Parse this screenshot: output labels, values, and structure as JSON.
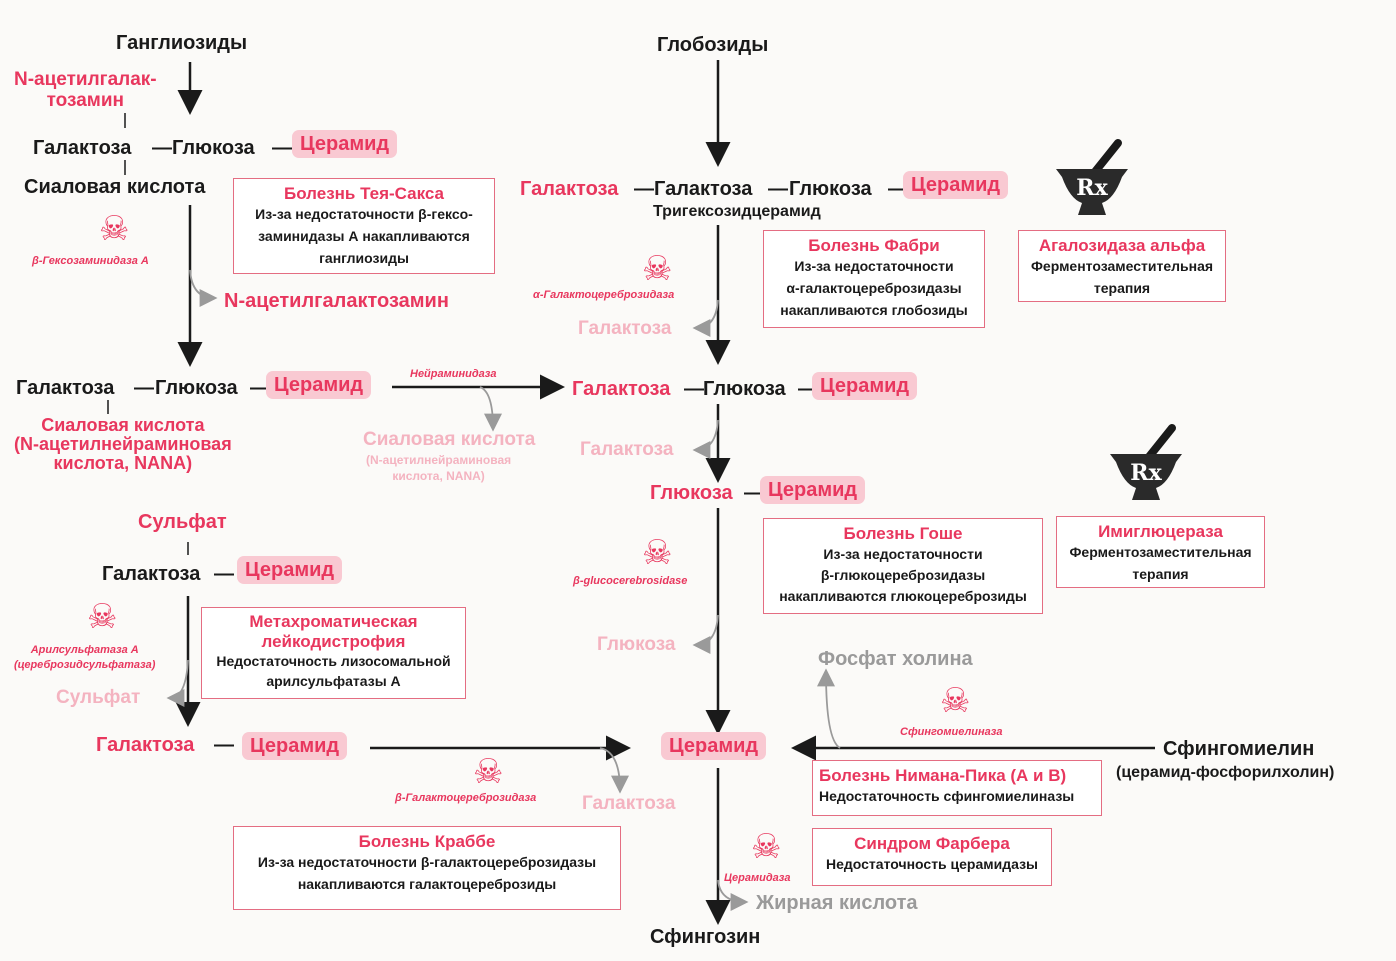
{
  "labels": {
    "gangliosides": "Ганглиозиды",
    "globosides": "Глобозиды",
    "n_acetylgalactosamine_split": "N-ацетилгалак-\nтозамин",
    "galactose": "Галактоза",
    "glucose": "Глюкоза",
    "ceramide": "Церамид",
    "dash": "—",
    "sialic_acid": "Сиаловая кислота",
    "n_acetylgalactosamine": "N-ацетилгалактозамин",
    "trihexosylceramide": "Тригексозидцерамид",
    "sialic_acid_nana": "Сиаловая кислота\n(N-ацетилнейраминовая\nкислота, NANA)",
    "sialic_acid_nana_pale_title": "Сиаловая кислота",
    "sialic_acid_nana_pale_sub": "(N-ацетилнейраминовая\nкислота, NANA)",
    "sulfate": "Сульфат",
    "choline_phosphate": "Фосфат холина",
    "sphingomyelin": "Сфингомиелин",
    "sphingomyelin_sub": "(церамид-фосфорилхолин)",
    "fatty_acid": "Жирная кислота",
    "sphingosine": "Сфингозин"
  },
  "enzymes": {
    "hexosaminidase": "β-Гексозаминидаза А",
    "alpha_galactocerebrosidase": "α-Галактоцереброзидаза",
    "neuraminidase": "Нейраминидаза",
    "beta_glucocerebrosidase": "β-glucocerebrosidase",
    "arylsulfatase": "Арилсульфатаза А\n(цереброзидсульфатаза)",
    "beta_galactocerebrosidase": "β-Галактоцереброзидаза",
    "sphingomyelinase": "Сфингомиелиназа",
    "ceramidase": "Церамидаза"
  },
  "diseases": {
    "tay_sachs": {
      "title": "Болезнь Тея-Сакса",
      "body": "Из-за недостаточности β-гексо-\nзаминидазы А накапливаются\nганглиозиды"
    },
    "fabry": {
      "title": "Болезнь Фабри",
      "body": "Из-за недостаточности\nα-галактоцереброзидазы\nнакапливаются глобозиды"
    },
    "gaucher": {
      "title": "Болезнь Гоше",
      "body": "Из-за недостаточности\nβ-глюкоцереброзидазы\nнакапливаются глюкоцереброзиды"
    },
    "mld": {
      "title": "Метахроматическая\nлейкодистрофия",
      "body": "Недостаточность лизосомальной\nарилсульфатазы А"
    },
    "niemann_pick": {
      "title": "Болезнь Нимана-Пика (А и В)",
      "body": "Недостаточность сфингомиелиназы"
    },
    "farber": {
      "title": "Синдром Фарбера",
      "body": "Недостаточность церамидазы"
    },
    "krabbe": {
      "title": "Болезнь Краббе",
      "body": "Из-за недостаточности β-галактоцереброзидазы\nнакапливаются галактоцереброзиды"
    }
  },
  "therapies": {
    "agalsidase": {
      "title": "Агалозидаза альфа",
      "body": "Ферментозаместительная\nтерапия"
    },
    "imiglucerase": {
      "title": "Имиглюцераза",
      "body": "Ферментозаместительная\nтерапия"
    }
  },
  "icons": {
    "skull": "skull-crossbones-icon",
    "rx": "mortar-pestle-rx-icon"
  },
  "colors": {
    "accent": "#e8375e",
    "pill": "#f9c9d2",
    "pale": "#f4b3c0",
    "line": "#1a1a1a"
  }
}
